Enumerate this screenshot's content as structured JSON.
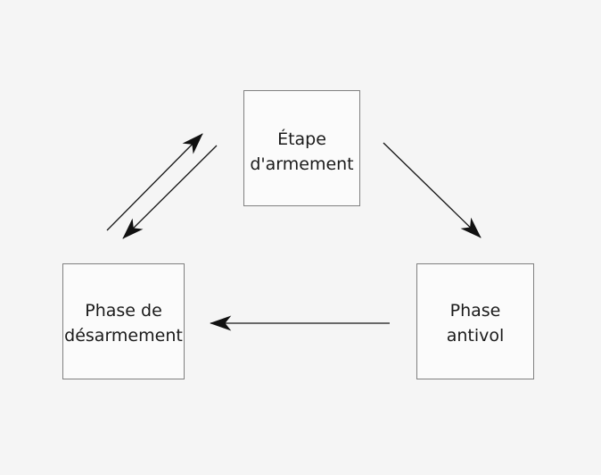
{
  "diagram": {
    "background_color": "#f5f5f5",
    "node_fill": "#fbfbfb",
    "node_border_color": "#808080",
    "arrow_color": "#151515",
    "nodes": {
      "arming": {
        "line1": "Étape",
        "line2": "d'armement"
      },
      "disarming": {
        "line1": "Phase de",
        "line2": "désarmement"
      },
      "antitheft": {
        "line1": "Phase",
        "line2": "antivol"
      }
    },
    "edges": [
      {
        "from": "disarming",
        "to": "arming",
        "description": "up-right arrow"
      },
      {
        "from": "arming",
        "to": "disarming",
        "description": "down-left arrow"
      },
      {
        "from": "arming",
        "to": "antitheft",
        "description": "down-right arrow"
      },
      {
        "from": "antitheft",
        "to": "disarming",
        "description": "left arrow"
      }
    ]
  }
}
